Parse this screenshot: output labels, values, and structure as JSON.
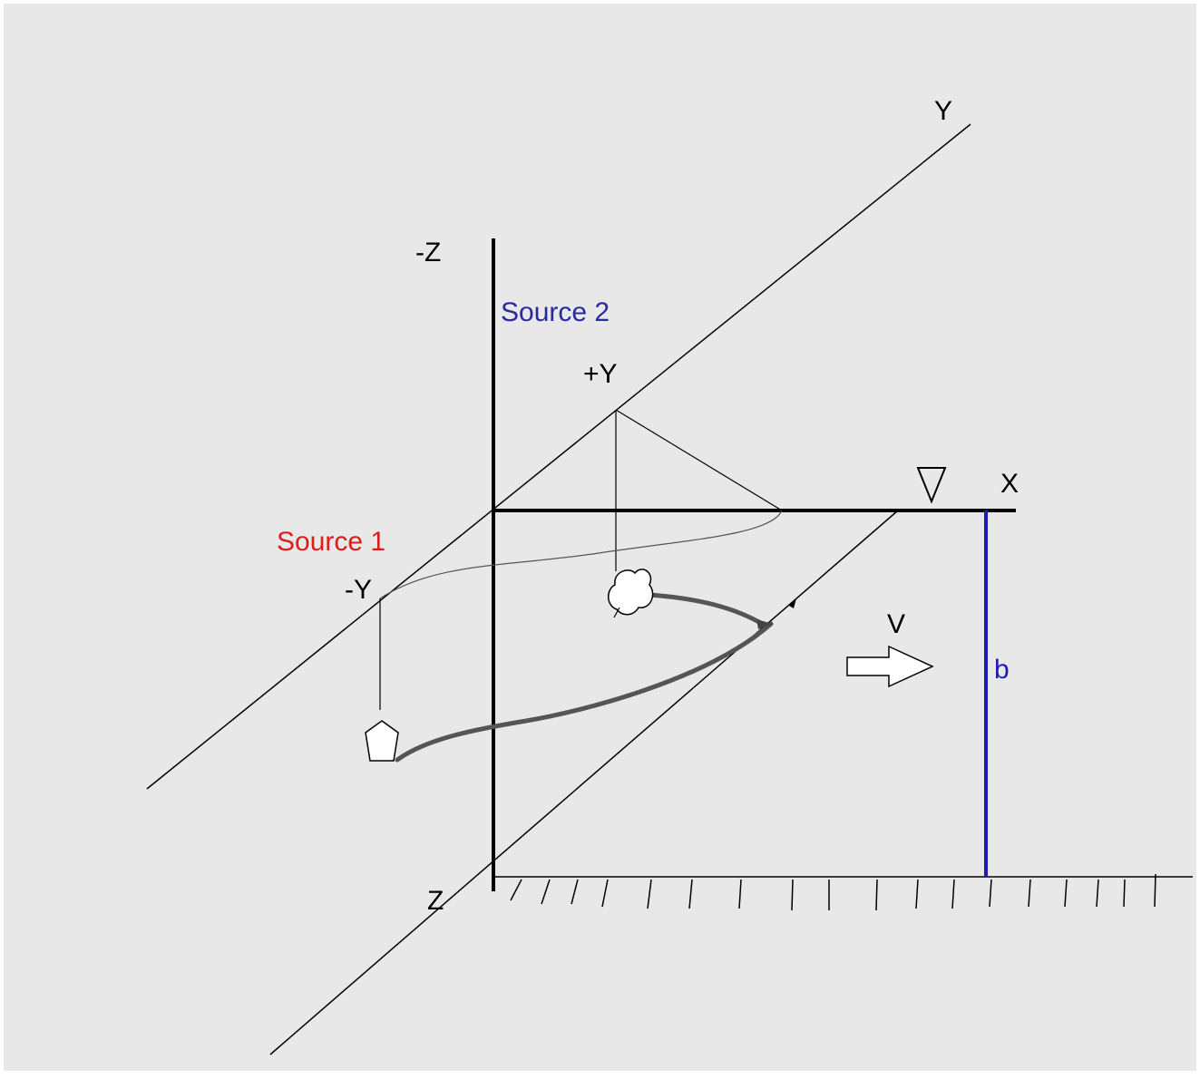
{
  "labels": {
    "y_axis": "Y",
    "neg_z": "-Z",
    "source2": "Source 2",
    "plus_y": "+Y",
    "x_axis": "X",
    "source1": "Source 1",
    "neg_y": "-Y",
    "velocity": "V",
    "depth": "b",
    "z_axis": "Z"
  },
  "colors": {
    "background": "#e8e8e8",
    "line": "#000000",
    "plume": "#555555",
    "source1_label": "#dd1c1c",
    "source2_label": "#2a2aa0",
    "depth_line": "#1c1cb0"
  },
  "icons": [
    "water-surface-triangle-icon",
    "flow-arrow-icon",
    "pentagon-source-icon",
    "cloud-source-icon"
  ]
}
